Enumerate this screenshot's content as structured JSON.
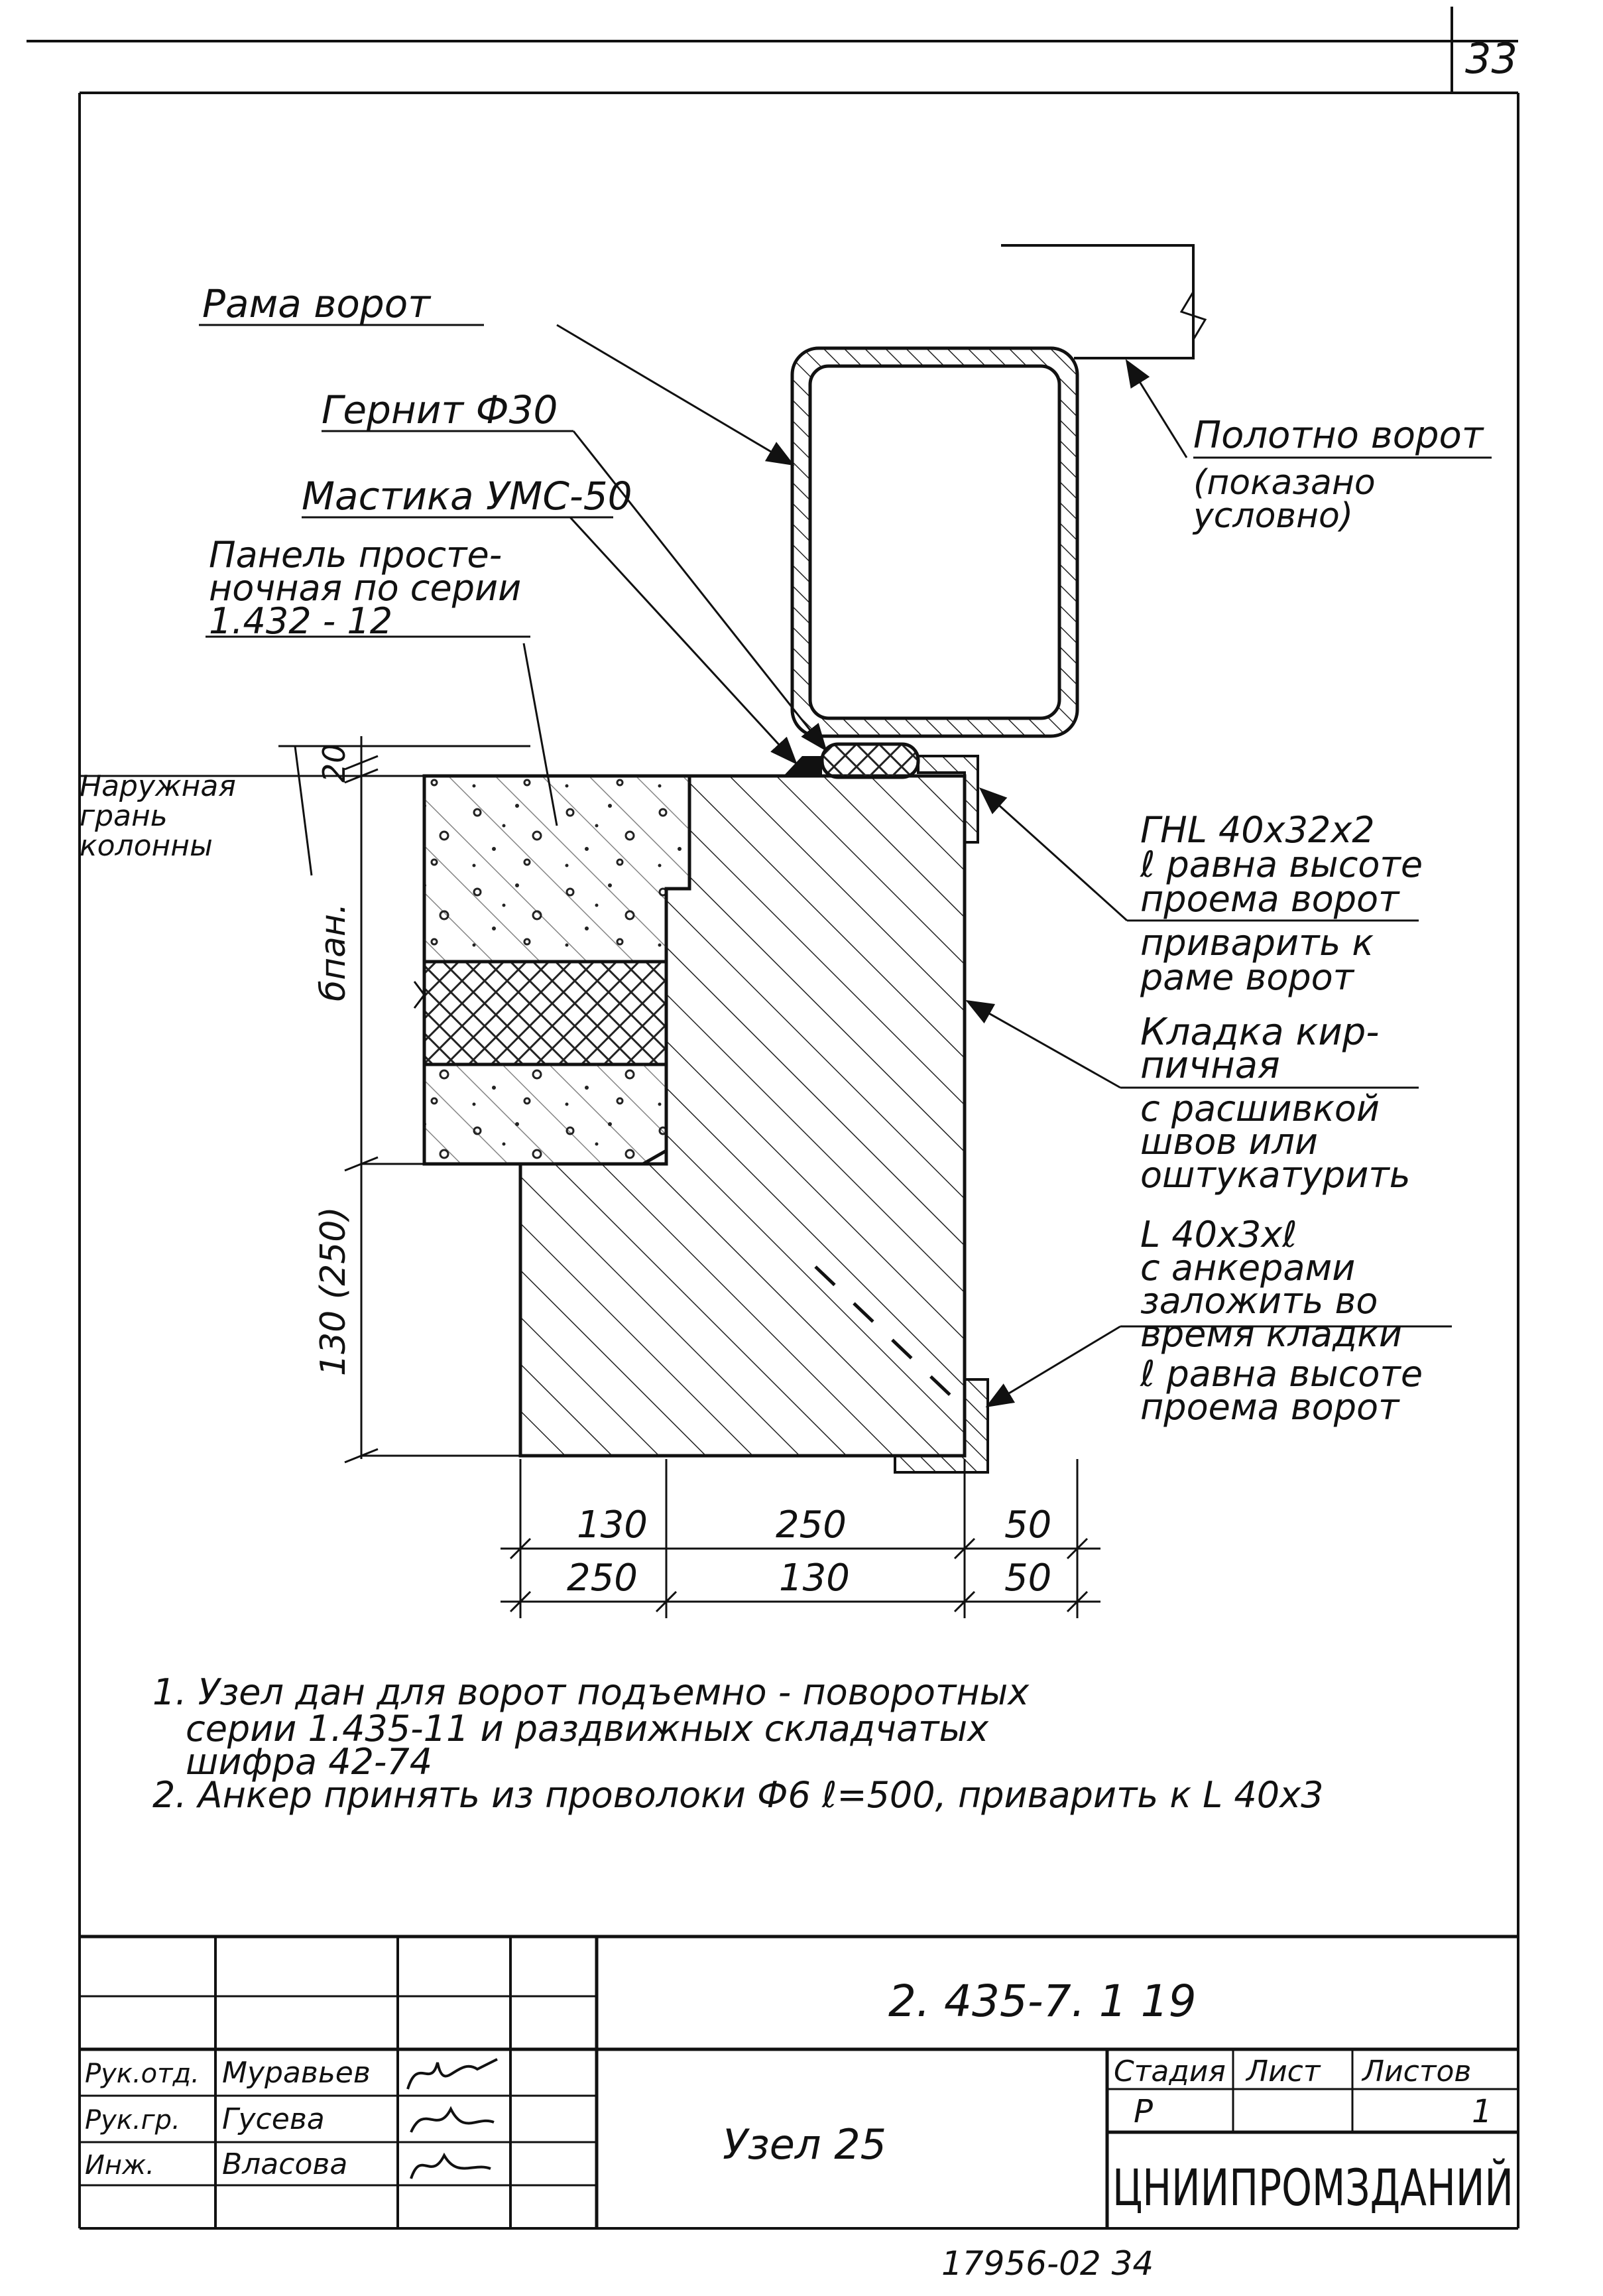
{
  "sheet_number": "33",
  "labels": {
    "rama_vorot": "Рама ворот",
    "gernit": "Гернит Ф30",
    "mastika": "Мастика УМС-50",
    "panel_l1": "Панель просте-",
    "panel_l2": "ночная по серии",
    "panel_l3": "1.432 - 12",
    "naruzh_l1": "Наружная",
    "naruzh_l2": "грань",
    "naruzh_l3": "колонны",
    "polotno_l1": "Полотно ворот",
    "polotno_l2": "(показано",
    "polotno_l3": "условно)",
    "ghl_l1": "ГНL 40х32х2",
    "ghl_l2": "ℓ равна высоте",
    "ghl_l3": "проема ворот",
    "privarit_l1": "приварить к",
    "privarit_l2": "раме ворот",
    "kladka_l1": "Кладка кир-",
    "kladka_l2": "пичная",
    "kladka_l3": "с расшивкой",
    "kladka_l4": "швов или",
    "kladka_l5": "оштукатурить",
    "ugolok_l1": "L 40х3хℓ",
    "ugolok_l2": "с анкерами",
    "ugolok_l3": "заложить во",
    "ugolok_l4": "время кладки",
    "ugolok_l5": "ℓ равна высоте",
    "ugolok_l6": "проема ворот"
  },
  "dimensions": {
    "d20": "20",
    "b_pan": "бпан.",
    "d130_250": "130 (250)",
    "row1": [
      "130",
      "250",
      "50"
    ],
    "row2": [
      "250",
      "130",
      "50"
    ]
  },
  "notes": {
    "n1_l1": "1. Узел дан для ворот подъемно - поворотных",
    "n1_l2": "серии 1.435-11 и раздвижных складчатых",
    "n1_l3": "шифра 42-74",
    "n2": "2. Анкер принять из проволоки Ф6 ℓ=500, приварить к L 40х3"
  },
  "title_block": {
    "doc_code": "2. 435-7. 1 19",
    "title": "Узел 25",
    "stage_header": "Стадия",
    "sheet_header": "Лист",
    "sheets_header": "Листов",
    "stage": "Р",
    "sheet": "",
    "sheets": "1",
    "org": "ЦНИИПРОМЗДАНИЙ",
    "roles": [
      "Рук.отд.",
      "Рук.гр.",
      "Инж."
    ],
    "names": [
      "Муравьев",
      "Гусева",
      "Власова"
    ]
  },
  "footer": "17956-02  34"
}
